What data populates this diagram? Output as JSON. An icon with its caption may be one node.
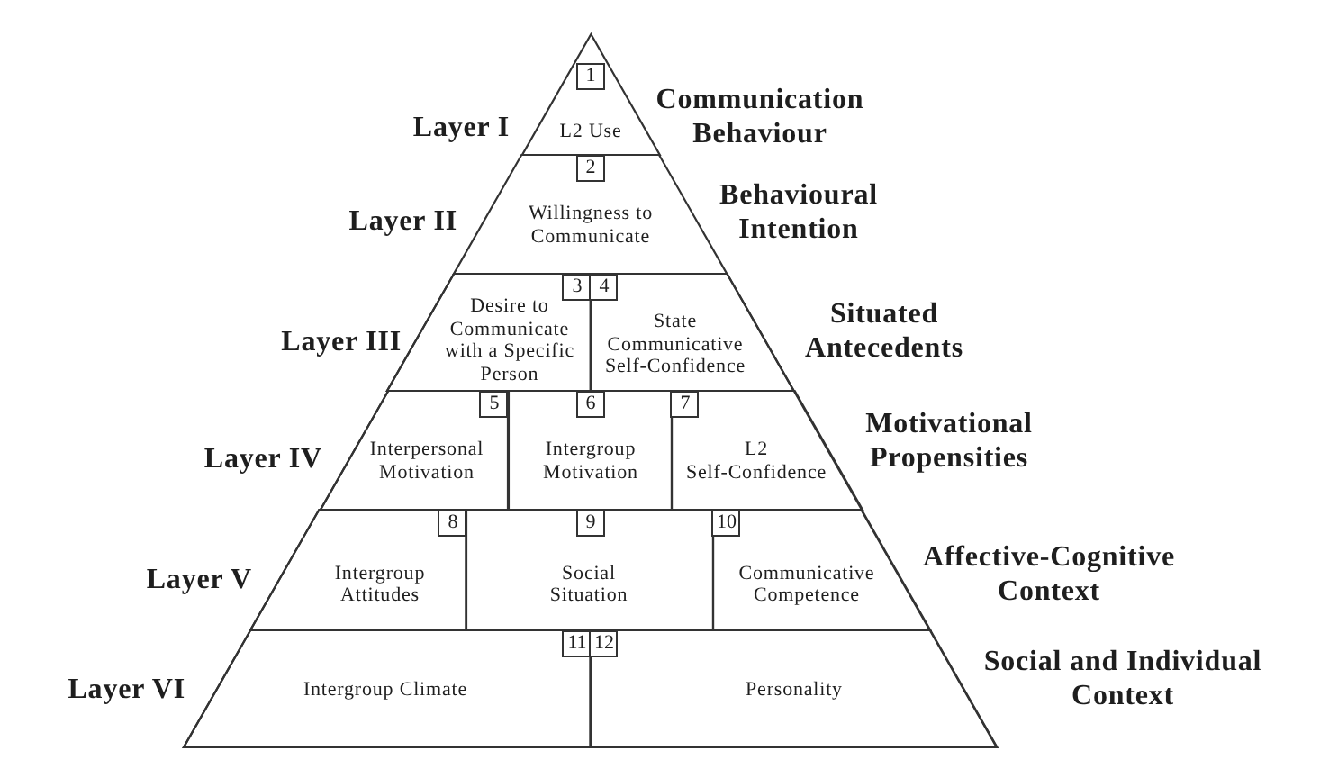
{
  "diagram": {
    "nodes": [
      {
        "text": [
          "L2 Use"
        ],
        "beside": [
          "Layer I",
          "Communication Behaviour"
        ]
      },
      {
        "text": [
          "1"
        ],
        "in": 0
      },
      {
        "text": [
          "Willingness to Communicate"
        ],
        "beside": [
          "Layer II",
          "Behavioural Intention"
        ]
      },
      {
        "text": [
          "2"
        ],
        "in": 2
      },
      {
        "text": [],
        "shape": "trapezoid",
        "beside": [
          "Layer III",
          "Situated Antecedents"
        ]
      },
      {
        "text": [
          "Desire to Communicate with a Specific Person"
        ],
        "in": 4
      },
      {
        "text": [
          "3"
        ],
        "in": 5
      },
      {
        "text": [
          "State Communicative Self-Confidence"
        ],
        "in": 4
      },
      {
        "text": [
          "4"
        ],
        "in": 7
      },
      {
        "text": [],
        "shape": "trapezoid",
        "beside": [
          "Layer IV",
          "Motivational Propensities"
        ]
      },
      {
        "text": [
          "Interpersonal Motivation"
        ],
        "in": 9
      },
      {
        "text": [
          "5"
        ],
        "in": 10
      },
      {
        "text": [
          "Intergroup Motivation"
        ],
        "in": 9
      },
      {
        "text": [
          "6"
        ],
        "in": 12
      },
      {
        "text": [
          "L2 Self-Confidence"
        ],
        "in": 9
      },
      {
        "text": [
          "7"
        ],
        "in": 14
      },
      {
        "text": [],
        "shape": "trapezoid",
        "beside": [
          "Layer V",
          "Affective-Cognitive Context"
        ]
      },
      {
        "text": [
          "Intergroup Attitudes"
        ],
        "in": 16
      },
      {
        "text": [
          "8"
        ],
        "in": 17
      },
      {
        "text": [
          "Social Situation"
        ],
        "in": 16
      },
      {
        "text": [
          "9"
        ],
        "in": 19
      },
      {
        "text": [
          "Communicative Competence"
        ],
        "in": 16
      },
      {
        "text": [
          "10"
        ],
        "in": 21
      },
      {
        "text": [],
        "shape": "trapezoid",
        "beside": [
          "Layer VI",
          "Social and Individual Context"
        ]
      },
      {
        "text": [
          "Intergroup Climate"
        ],
        "in": 23
      },
      {
        "text": [
          "11"
        ],
        "in": 24
      },
      {
        "text": [
          "Personality"
        ],
        "in": 23
      },
      {
        "text": [
          "12"
        ],
        "in": 26
      }
    ]
  }
}
